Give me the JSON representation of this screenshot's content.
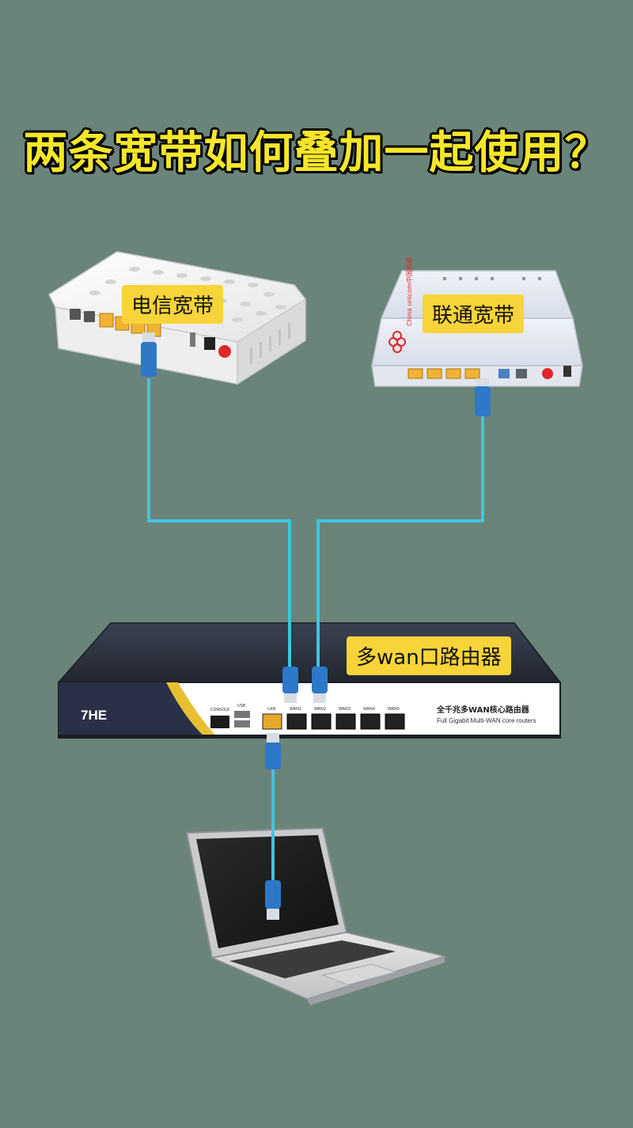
{
  "title": "两条宽带如何叠加一起使用？",
  "devices": {
    "modem_telecom": {
      "label": "电信宽带"
    },
    "modem_unicom": {
      "label": "联通宽带",
      "brand_text": "China unicom中国联通"
    },
    "router": {
      "label": "多wan口路由器",
      "brand": "7HE",
      "model_cn": "全千兆多WAN核心路由器",
      "model_en": "Full Gigabit Multi-WAN core routers",
      "port_labels": [
        "CONSOLE",
        "USB",
        "LAN",
        "WAN1",
        "WAN2",
        "WAN3",
        "WAN4",
        "WAN5"
      ]
    }
  },
  "colors": {
    "background": "#6b8479",
    "title_text": "#f6e62a",
    "label_bg": "#f7d43a",
    "cable": "#3ec6e0",
    "port_yellow": "#f2b233",
    "router_body": "#2a2f3a"
  }
}
